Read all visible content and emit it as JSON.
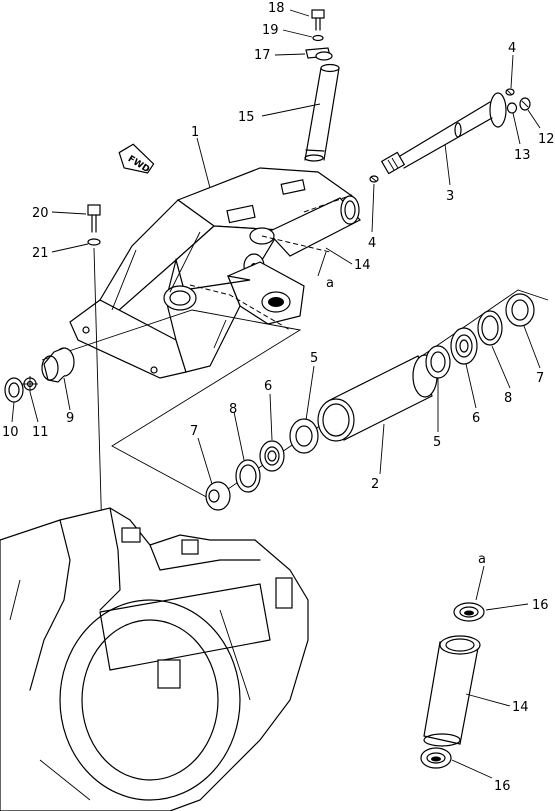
{
  "direction_marker": "FWD",
  "callouts": [
    {
      "id": "c18",
      "text": "18"
    },
    {
      "id": "c19",
      "text": "19"
    },
    {
      "id": "c17",
      "text": "17"
    },
    {
      "id": "c15",
      "text": "15"
    },
    {
      "id": "c1",
      "text": "1"
    },
    {
      "id": "c4a",
      "text": "4"
    },
    {
      "id": "c12",
      "text": "12"
    },
    {
      "id": "c13",
      "text": "13"
    },
    {
      "id": "c3",
      "text": "3"
    },
    {
      "id": "c4b",
      "text": "4"
    },
    {
      "id": "c20",
      "text": "20"
    },
    {
      "id": "c21",
      "text": "21"
    },
    {
      "id": "c14a",
      "text": "14"
    },
    {
      "id": "ca1",
      "text": "a"
    },
    {
      "id": "c5a",
      "text": "5"
    },
    {
      "id": "c6a",
      "text": "6"
    },
    {
      "id": "c8a",
      "text": "8"
    },
    {
      "id": "c7a",
      "text": "7"
    },
    {
      "id": "c9",
      "text": "9"
    },
    {
      "id": "c10",
      "text": "10"
    },
    {
      "id": "c11",
      "text": "11"
    },
    {
      "id": "c2",
      "text": "2"
    },
    {
      "id": "c5b",
      "text": "5"
    },
    {
      "id": "c6b",
      "text": "6"
    },
    {
      "id": "c8b",
      "text": "8"
    },
    {
      "id": "c7b",
      "text": "7"
    },
    {
      "id": "ca2",
      "text": "a"
    },
    {
      "id": "c16a",
      "text": "16"
    },
    {
      "id": "c14b",
      "text": "14"
    },
    {
      "id": "c16b",
      "text": "16"
    }
  ]
}
